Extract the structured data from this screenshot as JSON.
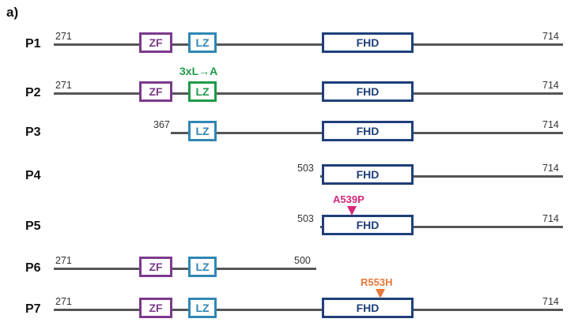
{
  "panel_label": "a)",
  "colors": {
    "line": "#555559",
    "ZF": "#7b3a8c",
    "LZ": "#2f87b5",
    "LZ_mut": "#1e9a48",
    "FHD": "#1f3f7a",
    "A539P": "#d6287a",
    "R553H": "#e8793a"
  },
  "rows": [
    {
      "label": "P1",
      "start": "271",
      "end": "714",
      "domains": [
        "ZF",
        "LZ",
        "FHD"
      ]
    },
    {
      "label": "P2",
      "start": "271",
      "end": "714",
      "domains": [
        "ZF",
        "LZ_mut",
        "FHD"
      ],
      "mutation": "3xL→A"
    },
    {
      "label": "P3",
      "start": "367",
      "end": "714",
      "domains": [
        "LZ",
        "FHD"
      ]
    },
    {
      "label": "P4",
      "start": "503",
      "end": "714",
      "domains": [
        "FHD"
      ]
    },
    {
      "label": "P5",
      "start": "503",
      "end": "714",
      "domains": [
        "FHD"
      ],
      "mutation": "A539P"
    },
    {
      "label": "P6",
      "start": "271",
      "end": "500",
      "domains": [
        "ZF",
        "LZ"
      ]
    },
    {
      "label": "P7",
      "start": "271",
      "end": "714",
      "domains": [
        "ZF",
        "LZ",
        "FHD"
      ],
      "mutation": "R553H"
    }
  ],
  "domain_labels": {
    "ZF": "ZF",
    "LZ": "LZ",
    "LZ_mut": "LZ",
    "FHD": "FHD"
  }
}
